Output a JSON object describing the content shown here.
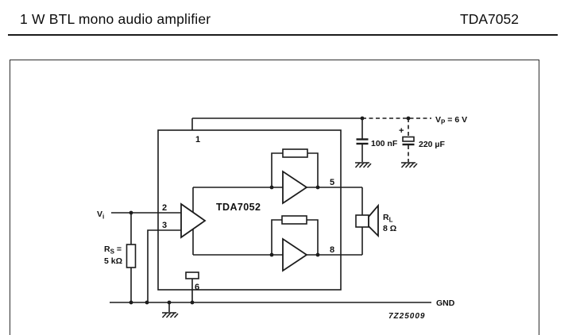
{
  "header": {
    "title": "1 W BTL mono audio amplifier",
    "part_number": "TDA7052"
  },
  "circuit": {
    "ic_label": "TDA7052",
    "pins": {
      "one": "1",
      "two": "2",
      "three": "3",
      "five": "5",
      "six": "6",
      "eight": "8"
    },
    "input_label": {
      "symbol": "V",
      "sub": "i"
    },
    "source_resistor": {
      "symbol": "R",
      "sub": "S",
      "suffix": " =",
      "value": "5 kΩ"
    },
    "supply": {
      "symbol": "V",
      "sub": "P",
      "suffix": " = 6 V"
    },
    "decoupling_cap": {
      "value": "100 nF"
    },
    "electrolytic_cap": {
      "polarity": "+",
      "value": "220 µF"
    },
    "load": {
      "symbol": "R",
      "sub": "L",
      "value": "8 Ω"
    },
    "ground_label": "GND",
    "figure_code": "7Z25009"
  },
  "colors": {
    "ink": "#1c1c1c",
    "background": "#ffffff"
  }
}
